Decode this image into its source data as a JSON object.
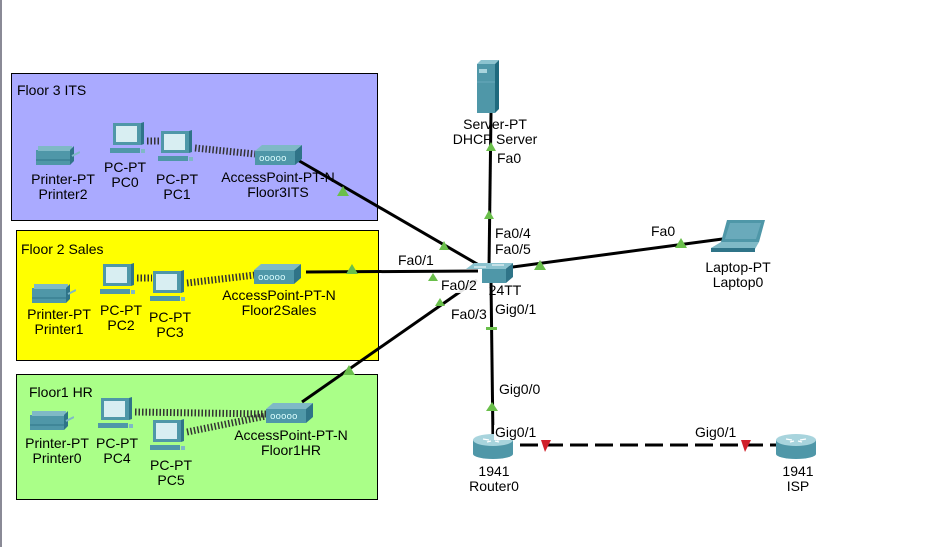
{
  "colors": {
    "floor3_bg": "#aaaaff",
    "floor2_bg": "#ffff00",
    "floor1_bg": "#aaff88",
    "device_teal": "#4f97a8",
    "link_up": "#6abf4b",
    "link_down": "#d0202a",
    "cable": "#000000"
  },
  "clusters": [
    {
      "id": "floor3",
      "title": "Floor 3 ITS"
    },
    {
      "id": "floor2",
      "title": "Floor 2 Sales"
    },
    {
      "id": "floor1",
      "title": "Floor1 HR"
    }
  ],
  "devices": {
    "printer2": {
      "model": "Printer-PT",
      "name": "Printer2",
      "icon": "printer-icon"
    },
    "pc0": {
      "model": "PC-PT",
      "name": "PC0",
      "icon": "pc-icon"
    },
    "pc1": {
      "model": "PC-PT",
      "name": "PC1",
      "icon": "pc-icon"
    },
    "ap3": {
      "model": "AccessPoint-PT-N",
      "name": "Floor3ITS",
      "icon": "access-point-icon"
    },
    "printer1": {
      "model": "Printer-PT",
      "name": "Printer1",
      "icon": "printer-icon"
    },
    "pc2": {
      "model": "PC-PT",
      "name": "PC2",
      "icon": "pc-icon"
    },
    "pc3": {
      "model": "PC-PT",
      "name": "PC3",
      "icon": "pc-icon"
    },
    "ap2": {
      "model": "AccessPoint-PT-N",
      "name": "Floor2Sales",
      "icon": "access-point-icon"
    },
    "printer0": {
      "model": "Printer-PT",
      "name": "Printer0",
      "icon": "printer-icon"
    },
    "pc4": {
      "model": "PC-PT",
      "name": "PC4",
      "icon": "pc-icon"
    },
    "pc5": {
      "model": "PC-PT",
      "name": "PC5",
      "icon": "pc-icon"
    },
    "ap1": {
      "model": "AccessPoint-PT-N",
      "name": "Floor1HR",
      "icon": "access-point-icon"
    },
    "server": {
      "model": "Server-PT",
      "name": "DHCP Server",
      "icon": "server-icon"
    },
    "switch": {
      "model": "24TT",
      "icon": "switch-icon"
    },
    "laptop": {
      "model": "Laptop-PT",
      "name": "Laptop0",
      "icon": "laptop-icon"
    },
    "router0": {
      "model": "1941",
      "name": "Router0",
      "icon": "router-icon"
    },
    "isp": {
      "model": "1941",
      "name": "ISP",
      "icon": "router-icon"
    }
  },
  "ports": {
    "server_fa0": "Fa0",
    "sw_fa04": "Fa0/4",
    "sw_fa05": "Fa0/5",
    "sw_fa01": "Fa0/1",
    "sw_fa02": "Fa0/2",
    "sw_fa03": "Fa0/3",
    "sw_gig01": "Gig0/1",
    "laptop_fa0": "Fa0",
    "r0_gig00": "Gig0/0",
    "r0_gig01": "Gig0/1",
    "isp_gig01": "Gig0/1"
  },
  "links": [
    {
      "from": "server",
      "to": "switch",
      "type": "copper",
      "status": "up"
    },
    {
      "from": "ap3",
      "to": "switch",
      "type": "copper",
      "status": "up"
    },
    {
      "from": "ap2",
      "to": "switch",
      "type": "copper",
      "status": "up"
    },
    {
      "from": "ap1",
      "to": "switch",
      "type": "copper",
      "status": "up"
    },
    {
      "from": "laptop",
      "to": "switch",
      "type": "copper",
      "status": "up"
    },
    {
      "from": "switch",
      "to": "router0",
      "type": "copper",
      "status": "up"
    },
    {
      "from": "router0",
      "to": "isp",
      "type": "crossover",
      "status": "down"
    },
    {
      "from": "pc0",
      "to": "ap3",
      "type": "wireless"
    },
    {
      "from": "pc1",
      "to": "ap3",
      "type": "wireless"
    },
    {
      "from": "pc2",
      "to": "ap2",
      "type": "wireless"
    },
    {
      "from": "pc3",
      "to": "ap2",
      "type": "wireless"
    },
    {
      "from": "pc4",
      "to": "ap1",
      "type": "wireless"
    },
    {
      "from": "pc5",
      "to": "ap1",
      "type": "wireless"
    }
  ]
}
